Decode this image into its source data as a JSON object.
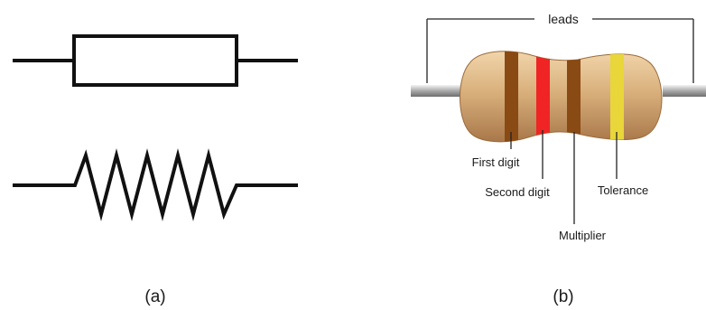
{
  "panel_a": {
    "caption": "(a)",
    "symbols": [
      "rectangle-resistor-symbol",
      "zigzag-resistor-symbol"
    ]
  },
  "panel_b": {
    "caption": "(b)",
    "leads_label": "leads",
    "callouts": {
      "first_digit": "First digit",
      "second_digit": "Second digit",
      "multiplier": "Multiplier",
      "tolerance": "Tolerance"
    },
    "bands": [
      {
        "role": "first-digit",
        "color": "#8a4a14"
      },
      {
        "role": "second-digit",
        "color": "#f02424"
      },
      {
        "role": "multiplier",
        "color": "#8a4a14"
      },
      {
        "role": "tolerance",
        "color": "#e8d63a"
      }
    ],
    "colors": {
      "body": "#d9b07c",
      "body_shadow": "#b98a55",
      "lead_wire": "#b9b9b9"
    }
  }
}
